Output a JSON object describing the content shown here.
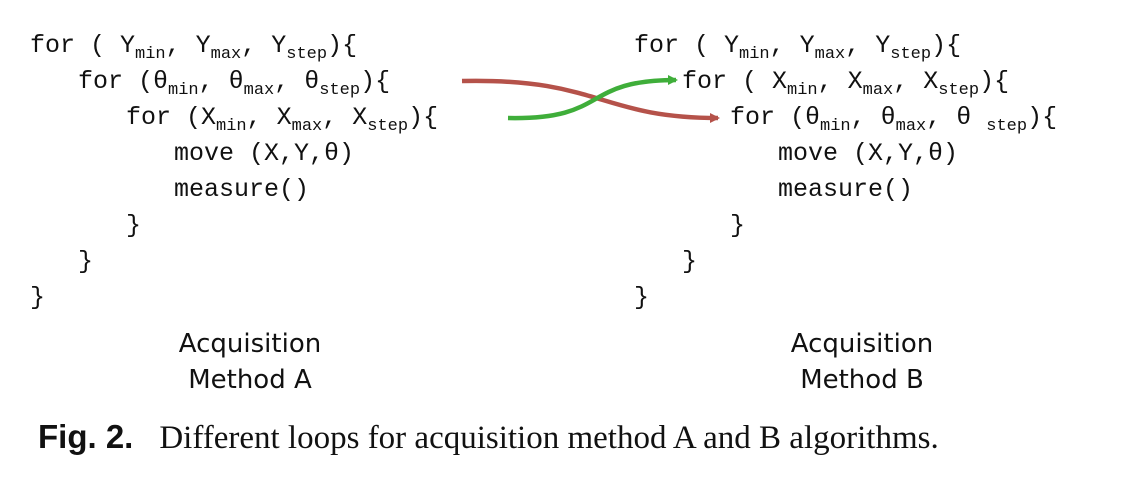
{
  "method_a": {
    "lines": [
      {
        "parts": [
          {
            "t": "for ( Y"
          },
          {
            "sub": "min"
          },
          {
            "t": ", Y"
          },
          {
            "sub": "max"
          },
          {
            "t": ", Y"
          },
          {
            "sub": "step"
          },
          {
            "t": "){"
          }
        ]
      },
      {
        "parts": [
          {
            "t": "for (θ"
          },
          {
            "sub": "min"
          },
          {
            "t": ", θ"
          },
          {
            "sub": "max"
          },
          {
            "t": ", θ"
          },
          {
            "sub": "step"
          },
          {
            "t": "){"
          }
        ]
      },
      {
        "parts": [
          {
            "t": "for (X"
          },
          {
            "sub": "min"
          },
          {
            "t": ", X"
          },
          {
            "sub": "max"
          },
          {
            "t": ", X"
          },
          {
            "sub": "step"
          },
          {
            "t": "){"
          }
        ]
      },
      {
        "parts": [
          {
            "t": "move (X,Y,θ)"
          }
        ]
      },
      {
        "parts": [
          {
            "t": "measure()"
          }
        ]
      },
      {
        "parts": [
          {
            "t": "}"
          }
        ]
      },
      {
        "parts": [
          {
            "t": "}"
          }
        ]
      },
      {
        "parts": [
          {
            "t": "}"
          }
        ]
      }
    ],
    "label_line1": "Acquisition",
    "label_line2": "Method A"
  },
  "method_b": {
    "lines": [
      {
        "parts": [
          {
            "t": "for ( Y"
          },
          {
            "sub": "min"
          },
          {
            "t": ", Y"
          },
          {
            "sub": "max"
          },
          {
            "t": ", Y"
          },
          {
            "sub": "step"
          },
          {
            "t": "){"
          }
        ]
      },
      {
        "parts": [
          {
            "t": "for ( X"
          },
          {
            "sub": "min"
          },
          {
            "t": ", X"
          },
          {
            "sub": "max"
          },
          {
            "t": ", X"
          },
          {
            "sub": "step"
          },
          {
            "t": "){"
          }
        ]
      },
      {
        "parts": [
          {
            "t": "for (θ"
          },
          {
            "sub": "min"
          },
          {
            "t": ", θ"
          },
          {
            "sub": "max"
          },
          {
            "t": ", θ "
          },
          {
            "sub": "step"
          },
          {
            "t": "){"
          }
        ]
      },
      {
        "parts": [
          {
            "t": "move (X,Y,θ)"
          }
        ]
      },
      {
        "parts": [
          {
            "t": "measure()"
          }
        ]
      },
      {
        "parts": [
          {
            "t": "}"
          }
        ]
      },
      {
        "parts": [
          {
            "t": "}"
          }
        ]
      },
      {
        "parts": [
          {
            "t": "}"
          }
        ]
      }
    ],
    "label_line1": "Acquisition",
    "label_line2": "Method B"
  },
  "arrows": {
    "theta_loop_color": "#b5524a",
    "x_loop_color": "#3fae3a"
  },
  "caption": {
    "figure_number": "Fig. 2.",
    "text": "Different loops for acquisition method A and B algorithms."
  }
}
